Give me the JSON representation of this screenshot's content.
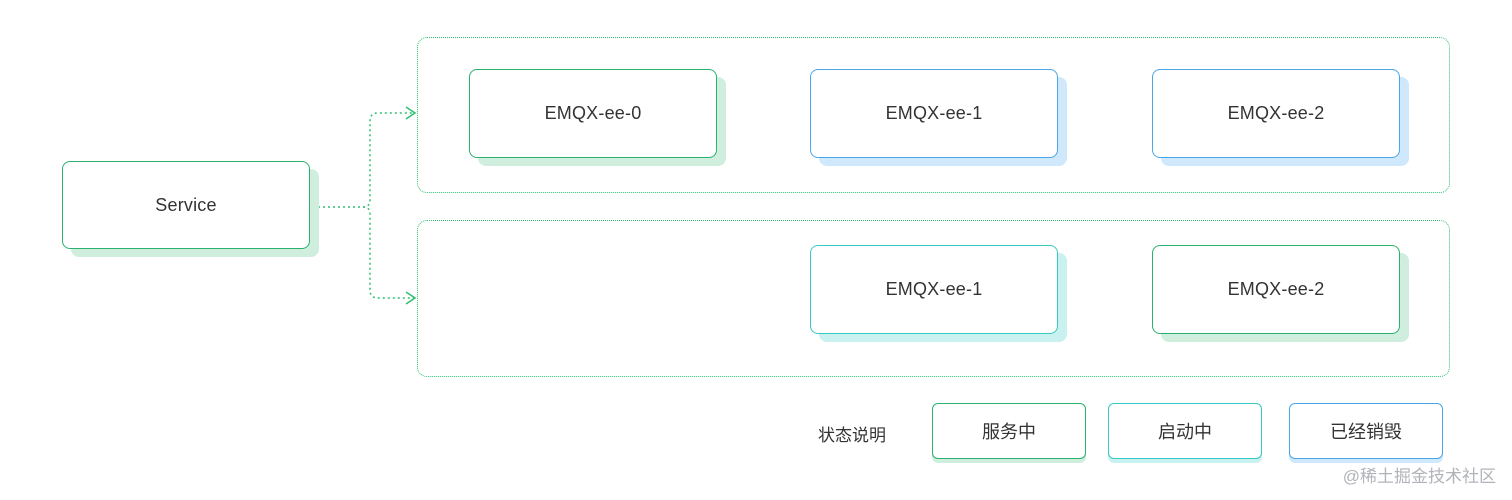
{
  "service": {
    "label": "Service"
  },
  "groups": {
    "top": {
      "nodes": [
        "EMQX-ee-0",
        "EMQX-ee-1",
        "EMQX-ee-2"
      ]
    },
    "bottom": {
      "nodes": [
        "EMQX-ee-1",
        "EMQX-ee-2"
      ]
    }
  },
  "legend": {
    "title": "状态说明",
    "items": [
      "服务中",
      "启动中",
      "已经销毁"
    ]
  },
  "watermark": "@稀土掘金技术社区",
  "colors": {
    "running": "#29b16d",
    "starting": "#36c9c4",
    "destroyed": "#4aa6e8",
    "connector": "#2fbf71"
  }
}
